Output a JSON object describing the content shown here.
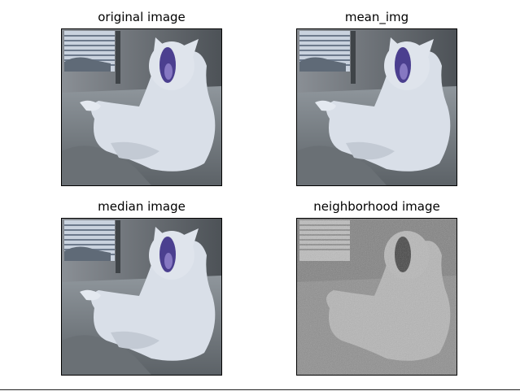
{
  "panels": [
    {
      "title": "original image",
      "variant": "color"
    },
    {
      "title": "mean_img",
      "variant": "color"
    },
    {
      "title": "median image",
      "variant": "color"
    },
    {
      "title": "neighborhood image",
      "variant": "noise"
    }
  ],
  "colors": {
    "background": "#ffffff",
    "frame": "#000000",
    "mouth": "#4b3f8f",
    "cat": "#d7dde6",
    "couch": "#7b8188",
    "wall": "#5c6166"
  }
}
